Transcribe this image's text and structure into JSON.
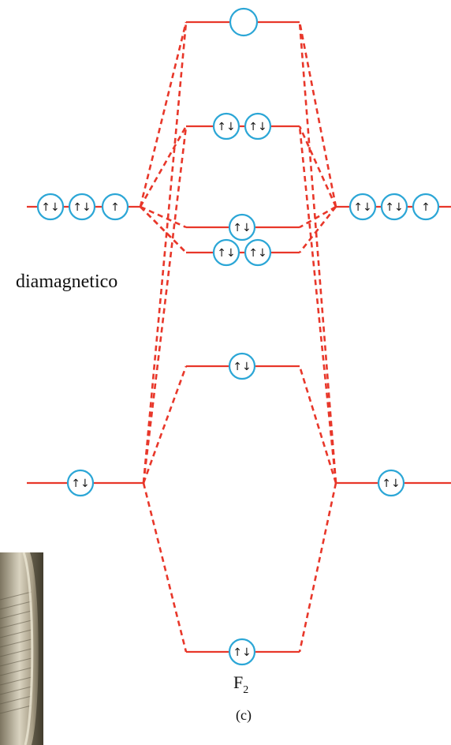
{
  "labels": {
    "magnetism": "diamagnetico",
    "molecule_symbol": "F",
    "molecule_subscript": "2",
    "panel": "(c)"
  },
  "photo": {
    "icon": "metal-coil-photo",
    "colors": {
      "light": "#d9d3c0",
      "mid": "#a79d86",
      "dark": "#4b4534"
    }
  },
  "colors": {
    "line": "#e8372a",
    "orbital": "#2ba6d6"
  },
  "atomic_orbitals": {
    "left": {
      "2p": [
        "↑↓",
        "↑↓",
        "↑"
      ],
      "2s": [
        "↑↓"
      ]
    },
    "right": {
      "2p": [
        "↑↓",
        "↑↓",
        "↑"
      ],
      "2s": [
        "↑↓"
      ]
    }
  },
  "molecular_orbitals": {
    "sigma_star_2p": [
      ""
    ],
    "pi_star_2p": [
      "↑↓",
      "↑↓"
    ],
    "sigma_2p": [
      "↑↓"
    ],
    "pi_2p": [
      "↑↓",
      "↑↓"
    ],
    "sigma_star_2s": [
      "↑↓"
    ],
    "sigma_2s": [
      "↑↓"
    ]
  }
}
